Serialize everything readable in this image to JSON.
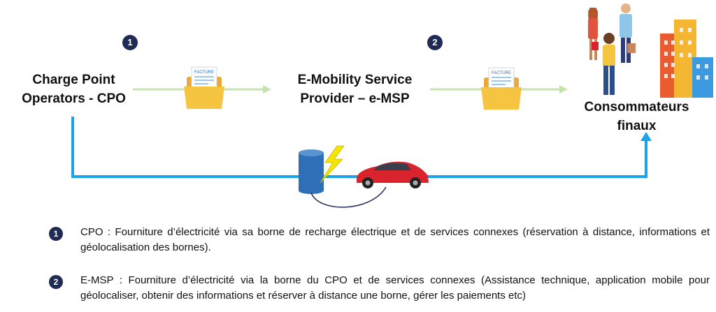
{
  "nodes": {
    "cpo": {
      "line1": "Charge Point",
      "line2": "Operators - CPO"
    },
    "emsp": {
      "line1": "E-Mobility Service",
      "line2": "Provider – e-MSP"
    },
    "consumers": {
      "line1": "Consommateurs",
      "line2": "finaux"
    }
  },
  "steps": [
    {
      "num": "1"
    },
    {
      "num": "2"
    }
  ],
  "invoice_label": "FACTURE",
  "notes": [
    {
      "num": "1",
      "text": "CPO : Fourniture d’électricité via sa borne de recharge électrique et de services connexes (réservation à distance, informations et géolocalisation des bornes)."
    },
    {
      "num": "2",
      "text": "E-MSP : Fourniture d’électricité via la borne du CPO et de services connexes (Assistance technique, application mobile pour géolocaliser, obtenir des informations et réserver à distance une borne, gérer les paiements etc)"
    }
  ],
  "colors": {
    "flow_line": "#1aa3e8",
    "invoice_arrow": "#c6e3b0",
    "folder": "#f5c542",
    "badge": "#1f2a55",
    "car": "#d9232d",
    "charger": "#2e6fb8",
    "bolt": "#f5e400"
  }
}
